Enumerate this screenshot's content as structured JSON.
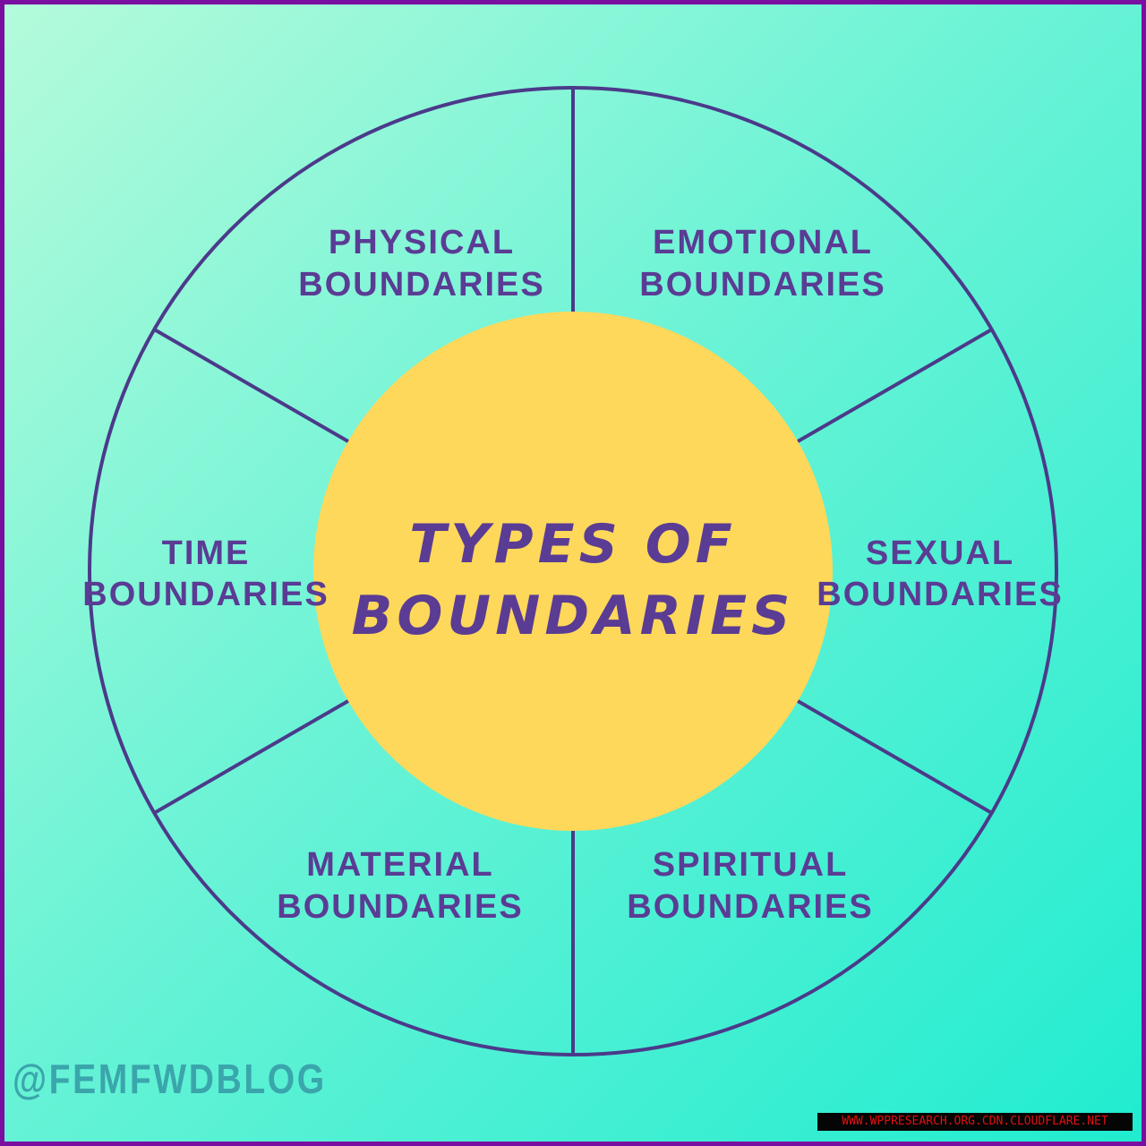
{
  "center_title": [
    "TYPES OF",
    "BOUNDARIES"
  ],
  "segments": [
    {
      "line1": "PHYSICAL",
      "line2": "BOUNDARIES"
    },
    {
      "line1": "EMOTIONAL",
      "line2": "BOUNDARIES"
    },
    {
      "line1": "SEXUAL",
      "line2": "BOUNDARIES"
    },
    {
      "line1": "SPIRITUAL",
      "line2": "BOUNDARIES"
    },
    {
      "line1": "MATERIAL",
      "line2": "BOUNDARIES"
    },
    {
      "line1": "TIME",
      "line2": "BOUNDARIES"
    }
  ],
  "handle": "@FEMFWDBLOG",
  "watermark": "WWW.WPPRESEARCH.ORG.CDN.CLOUDFLARE.NET",
  "colors": {
    "border": "#7a0ea0",
    "lines": "#4b3a8a",
    "center": "#fed85a",
    "text": "#5a3c94"
  }
}
